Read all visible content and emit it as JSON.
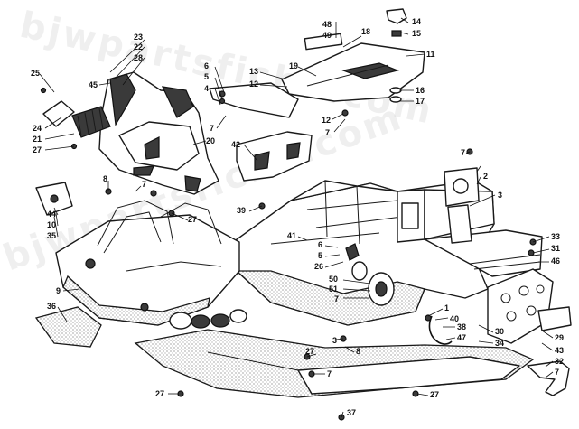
{
  "watermark": "bjwpartsfiche.com",
  "callouts": [
    {
      "id": "c48",
      "label": "48"
    },
    {
      "id": "c49",
      "label": "49"
    },
    {
      "id": "c18",
      "label": "18"
    },
    {
      "id": "c14",
      "label": "14"
    },
    {
      "id": "c15",
      "label": "15"
    },
    {
      "id": "c11",
      "label": "11"
    },
    {
      "id": "c23",
      "label": "23"
    },
    {
      "id": "c22",
      "label": "22"
    },
    {
      "id": "c28",
      "label": "28"
    },
    {
      "id": "c25",
      "label": "25"
    },
    {
      "id": "c45",
      "label": "45"
    },
    {
      "id": "c6a",
      "label": "6"
    },
    {
      "id": "c5a",
      "label": "5"
    },
    {
      "id": "c4",
      "label": "4"
    },
    {
      "id": "c13",
      "label": "13"
    },
    {
      "id": "c12a",
      "label": "12"
    },
    {
      "id": "c19",
      "label": "19"
    },
    {
      "id": "c16",
      "label": "16"
    },
    {
      "id": "c17",
      "label": "17"
    },
    {
      "id": "c7a",
      "label": "7"
    },
    {
      "id": "c12b",
      "label": "12"
    },
    {
      "id": "c7b",
      "label": "7"
    },
    {
      "id": "c24",
      "label": "24"
    },
    {
      "id": "c21",
      "label": "21"
    },
    {
      "id": "c27a",
      "label": "27"
    },
    {
      "id": "c20",
      "label": "20"
    },
    {
      "id": "c42",
      "label": "42"
    },
    {
      "id": "c7c",
      "label": "7"
    },
    {
      "id": "c2",
      "label": "2"
    },
    {
      "id": "c3a",
      "label": "3"
    },
    {
      "id": "c7d",
      "label": "7"
    },
    {
      "id": "c8a",
      "label": "8"
    },
    {
      "id": "c27b",
      "label": "27"
    },
    {
      "id": "c39",
      "label": "39"
    },
    {
      "id": "c44",
      "label": "44"
    },
    {
      "id": "c10",
      "label": "10"
    },
    {
      "id": "c35",
      "label": "35"
    },
    {
      "id": "c41",
      "label": "41"
    },
    {
      "id": "c6b",
      "label": "6"
    },
    {
      "id": "c5b",
      "label": "5"
    },
    {
      "id": "c26",
      "label": "26"
    },
    {
      "id": "c50",
      "label": "50"
    },
    {
      "id": "c51",
      "label": "51"
    },
    {
      "id": "c7e",
      "label": "7"
    },
    {
      "id": "c33",
      "label": "33"
    },
    {
      "id": "c31",
      "label": "31"
    },
    {
      "id": "c46",
      "label": "46"
    },
    {
      "id": "c9",
      "label": "9"
    },
    {
      "id": "c36",
      "label": "36"
    },
    {
      "id": "c1",
      "label": "1"
    },
    {
      "id": "c40",
      "label": "40"
    },
    {
      "id": "c38",
      "label": "38"
    },
    {
      "id": "c47",
      "label": "47"
    },
    {
      "id": "c30",
      "label": "30"
    },
    {
      "id": "c29",
      "label": "29"
    },
    {
      "id": "c34",
      "label": "34"
    },
    {
      "id": "c3b",
      "label": "3"
    },
    {
      "id": "c8b",
      "label": "8"
    },
    {
      "id": "c27c",
      "label": "27"
    },
    {
      "id": "c43",
      "label": "43"
    },
    {
      "id": "c32",
      "label": "32"
    },
    {
      "id": "c7f",
      "label": "7"
    },
    {
      "id": "c7g",
      "label": "7"
    },
    {
      "id": "c27d",
      "label": "27"
    },
    {
      "id": "c37",
      "label": "37"
    },
    {
      "id": "c27e",
      "label": "27"
    }
  ]
}
